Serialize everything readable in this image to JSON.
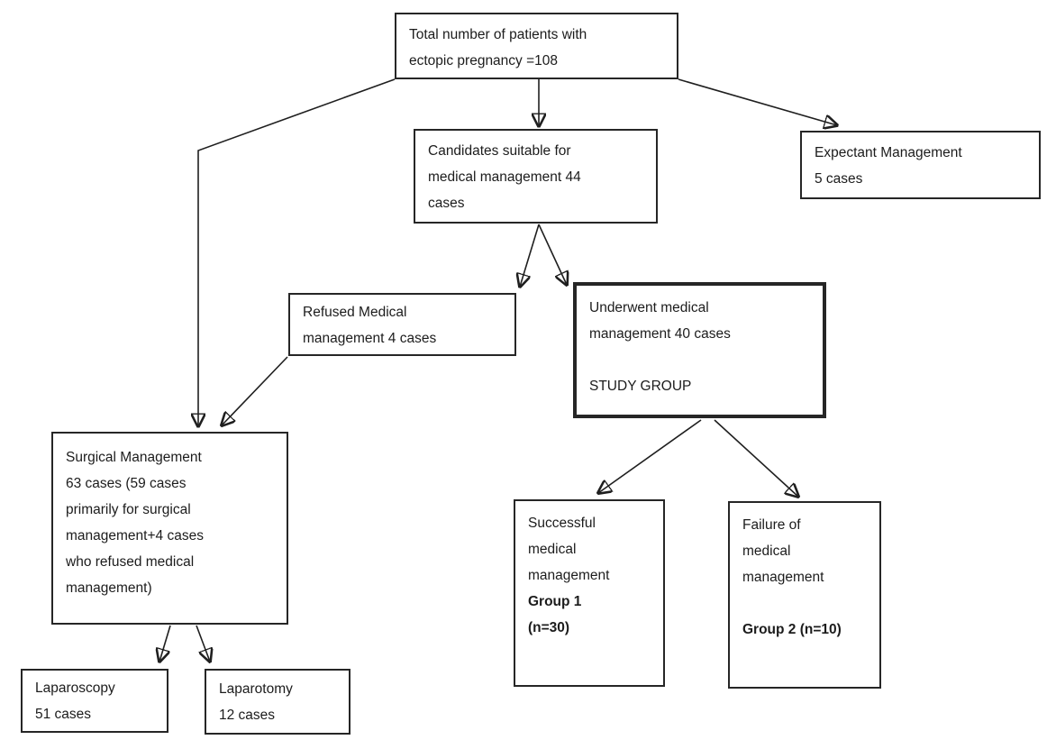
{
  "diagram": {
    "kind": "flowchart",
    "topic": "Ectopic pregnancy management patient flow"
  },
  "colors": {
    "background": "#ffffff",
    "box_border": "#262626",
    "arrow": "#1f1f1f",
    "text": "#1c1c1c"
  },
  "boxes": {
    "total": {
      "lines": [
        "Total number of patients with",
        "ectopic pregnancy =108"
      ]
    },
    "candidates": {
      "lines": [
        "Candidates suitable for",
        "medical management 44",
        "cases"
      ]
    },
    "expectant": {
      "lines": [
        "Expectant Management",
        "5 cases"
      ]
    },
    "refused": {
      "lines": [
        "Refused Medical",
        "management 4 cases"
      ]
    },
    "study": {
      "lines": [
        "Underwent medical",
        "management 40 cases",
        "",
        "STUDY GROUP"
      ]
    },
    "surgical": {
      "lines": [
        "Surgical Management",
        "63 cases (59 cases",
        "primarily for surgical",
        "management+4 cases",
        "who refused medical",
        "management)"
      ]
    },
    "laparoscopy": {
      "lines": [
        "Laparoscopy",
        "51 cases"
      ]
    },
    "laparotomy": {
      "lines": [
        "Laparotomy",
        "12 cases"
      ]
    },
    "success": {
      "lines": [
        "Successful",
        "medical",
        "management",
        "Group 1",
        "(n=30)"
      ]
    },
    "failure": {
      "lines": [
        "Failure of",
        "medical",
        "management",
        "",
        "Group 2 (n=10)"
      ]
    }
  }
}
